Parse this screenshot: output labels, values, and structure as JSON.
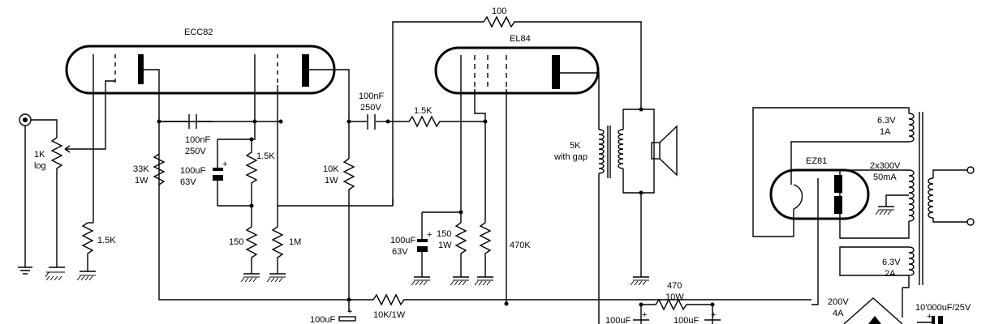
{
  "tubes": {
    "v1": "ECC82",
    "v2": "EL84",
    "rect": "EZ81"
  },
  "labels": {
    "r_fb": "100",
    "c_couple1_a": "100nF",
    "c_couple1_b": "250V",
    "c_couple2_a": "100nF",
    "c_couple2_b": "250V",
    "r_grid2": "1.5K",
    "pot_a": "1K",
    "pot_b": "log",
    "r_in_cath": "1.5K",
    "r_load1_a": "33K",
    "r_load1_b": "1W",
    "r_cath_mid": "1.5K",
    "c_cath1_a": "100uF",
    "c_cath1_b": "63V",
    "r_150": "150",
    "r_1m": "1M",
    "r_load2_a": "10K",
    "r_load2_b": "1W",
    "r_cath2_a": "150",
    "r_cath2_b": "1W",
    "c_cath2_a": "100uF",
    "c_cath2_b": "63V",
    "r_470k": "470K",
    "ot_a": "5K",
    "ot_b": "with gap",
    "r_decoup": "10K/1W",
    "c_bottom": "100uF",
    "r_470_a": "470",
    "r_470_b": "10W",
    "c_psu1": "100uF",
    "c_psu2": "100uF",
    "pt_h1_a": "6.3V",
    "pt_h1_b": "1A",
    "pt_hv_a": "2x300V",
    "pt_hv_b": "50mA",
    "pt_h2_a": "6.3V",
    "pt_h2_b": "2A",
    "bridge_a": "200V",
    "bridge_b": "4A",
    "c_big": "10'000uF/25V"
  }
}
